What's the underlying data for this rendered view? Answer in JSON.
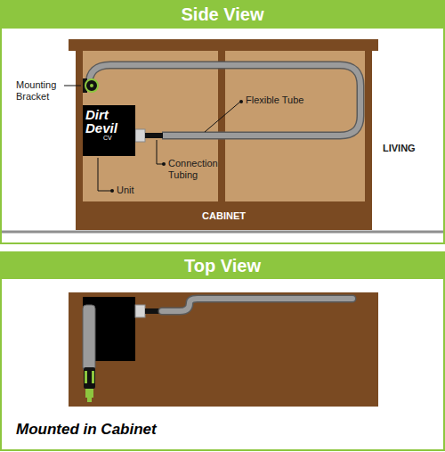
{
  "diagram": {
    "caption": "Mounted in Cabinet",
    "nodes": [
      {
        "text": [
          "Side View"
        ]
      },
      {
        "text": [
          "Dirt Devil",
          "CV"
        ]
      },
      {
        "text": [
          "CABINET"
        ]
      },
      {
        "text": [
          "Top View"
        ]
      }
    ],
    "labels": [
      "Mounting Bracket",
      "Flexible Tube",
      "Connection Tubing",
      "Unit",
      "LIVING"
    ]
  }
}
